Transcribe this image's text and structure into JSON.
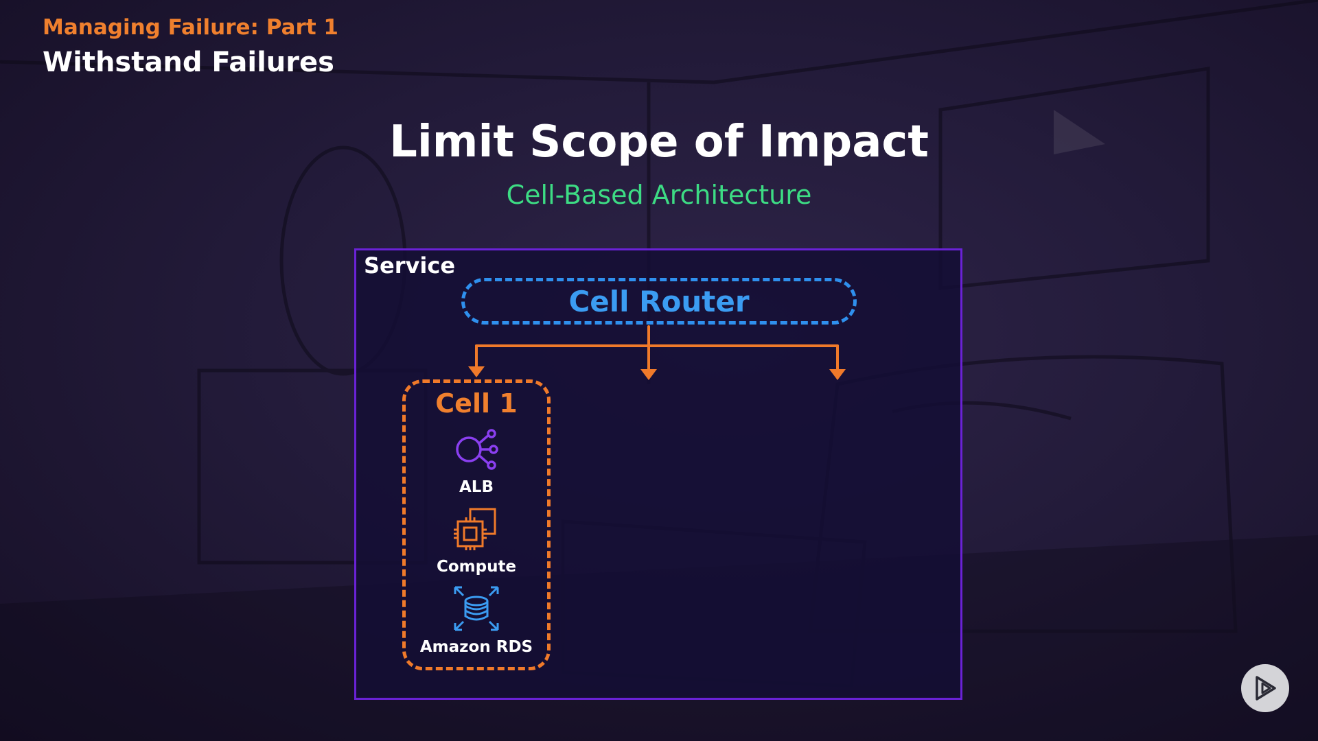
{
  "header": {
    "course": "Managing Failure: Part 1",
    "module": "Withstand Failures"
  },
  "slide": {
    "title": "Limit Scope of Impact",
    "subtitle": "Cell-Based Architecture"
  },
  "diagram": {
    "service_label": "Service",
    "router_label": "Cell Router",
    "cell_label": "Cell 1",
    "components": [
      {
        "label": "ALB",
        "icon": "alb-icon",
        "color": "#8a3ff0"
      },
      {
        "label": "Compute",
        "icon": "compute-chip-icon",
        "color": "#f07a2a"
      },
      {
        "label": "Amazon RDS",
        "icon": "rds-database-icon",
        "color": "#3b9cf2"
      }
    ]
  },
  "colors": {
    "accent_orange": "#f0802e",
    "accent_green": "#3ddc84",
    "router_blue": "#3b9cf2",
    "service_border": "#6a22d6"
  }
}
